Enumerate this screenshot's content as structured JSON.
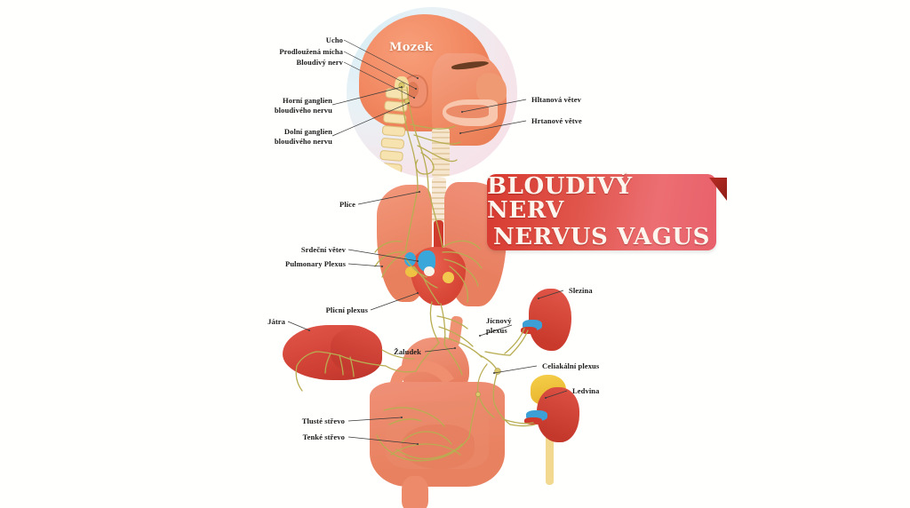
{
  "figure": {
    "title_line1": "BLOUDIVÝ NERV",
    "title_line2": "NERVUS VAGUS",
    "brain_label": "Mozek"
  },
  "labels_left": [
    {
      "id": "ucho",
      "text": "Ucho"
    },
    {
      "id": "prodlouzena",
      "text": "Prodloužená mícha"
    },
    {
      "id": "bloudivy-nerv",
      "text": "Bloudivý nerv"
    },
    {
      "id": "horni-ganglien",
      "text": "Horní ganglien\nbloudivého nervu",
      "line1": "Horní ganglien",
      "line2": "bloudivého nervu"
    },
    {
      "id": "dolni-ganglien",
      "text": "Dolní ganglien\nbloudivého nervu",
      "line1": "Dolní ganglien",
      "line2": "bloudivého nervu"
    },
    {
      "id": "plice",
      "text": "Plíce"
    },
    {
      "id": "srdecni-vetev",
      "text": "Srdeční větev"
    },
    {
      "id": "pulmonary-plexus",
      "text": "Pulmonary Plexus"
    },
    {
      "id": "plicni-plexus",
      "text": "Plicní plexus"
    },
    {
      "id": "jatra",
      "text": "Játra"
    },
    {
      "id": "zaludek",
      "text": "Žaludek"
    },
    {
      "id": "tluste-strevo",
      "text": "Tlusté střevo"
    },
    {
      "id": "tenke-strevo",
      "text": "Tenké střevo"
    }
  ],
  "labels_right": [
    {
      "id": "hltanova-vetev",
      "text": "Hltanová větev"
    },
    {
      "id": "hrtanove-vetve",
      "text": "Hrtanové větve"
    },
    {
      "id": "slezina",
      "text": "Slezina"
    },
    {
      "id": "jicnovy-plexus",
      "line1": "Jícnový",
      "line2": "plexus"
    },
    {
      "id": "celiakalni",
      "text": "Celiakální plexus"
    },
    {
      "id": "ledvina",
      "text": "Ledvina"
    }
  ],
  "colors": {
    "background": "#ffffff",
    "ribbon_start": "#d7392f",
    "ribbon_end": "#e8606b",
    "ribbon_fold": "#8d1f19",
    "nerve": "#b8ad52",
    "organ_salmon": "#ee8a68",
    "organ_red": "#cf3f33",
    "adrenal_yellow": "#efbc35",
    "vessel_blue": "#3aa7db",
    "label_text": "#1b1b1b",
    "leader_line": "#3a3a3a"
  }
}
